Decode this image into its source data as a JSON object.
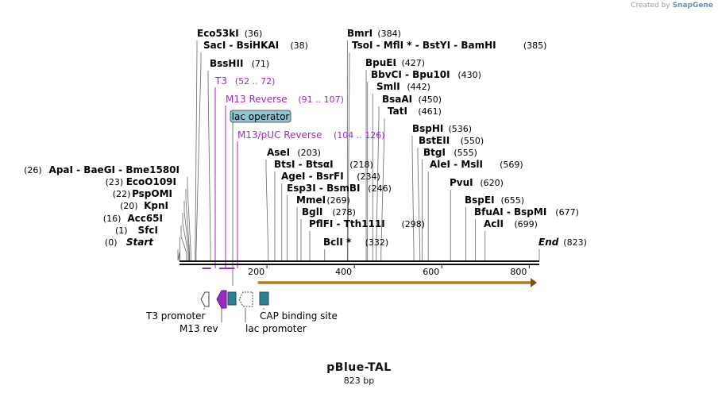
{
  "credit": {
    "prefix": "Created by",
    "brand": "SnapGene"
  },
  "plasmid": {
    "name": "pBlue-TAL",
    "size_label": "823 bp",
    "length": 823
  },
  "axis": {
    "ticks": [
      {
        "pos": 200,
        "label": "200"
      },
      {
        "pos": 400,
        "label": "400"
      },
      {
        "pos": 600,
        "label": "600"
      },
      {
        "pos": 800,
        "label": "800"
      }
    ]
  },
  "features_top": [
    {
      "name": "T3",
      "range": "(52 .. 72)",
      "start": 52,
      "end": 72
    },
    {
      "name": "M13 Reverse",
      "range": "(91 .. 107)",
      "start": 91,
      "end": 107
    },
    {
      "name": "lac operator",
      "start": 92,
      "end": 108
    },
    {
      "name": "M13/pUC Reverse",
      "range": "(104 .. 126)",
      "start": 104,
      "end": 126
    }
  ],
  "features_bottom": [
    {
      "name": "T3 promoter"
    },
    {
      "name": "M13 rev"
    },
    {
      "name": "lac promoter"
    },
    {
      "name": "CAP binding site"
    }
  ],
  "sites": [
    {
      "parts": [
        "Eco53kI"
      ],
      "num": "(36)",
      "pos": 36
    },
    {
      "parts": [
        "SacI",
        "BsiHKAI"
      ],
      "num": "(38)",
      "pos": 38
    },
    {
      "parts": [
        "BssHII"
      ],
      "num": "(71)",
      "pos": 71
    },
    {
      "parts": [
        "BmrI"
      ],
      "num": "(384)",
      "pos": 384
    },
    {
      "parts": [
        "TsoI",
        "MflI *",
        "BstYI",
        "BamHI"
      ],
      "num": "(385)",
      "pos": 385
    },
    {
      "parts": [
        "BpuEI"
      ],
      "num": "(427)",
      "pos": 427
    },
    {
      "parts": [
        "BbvCI",
        "Bpu10I"
      ],
      "num": "(430)",
      "pos": 430
    },
    {
      "parts": [
        "SmlI"
      ],
      "num": "(442)",
      "pos": 442
    },
    {
      "parts": [
        "BsaAI"
      ],
      "num": "(450)",
      "pos": 450
    },
    {
      "parts": [
        "TatI"
      ],
      "num": "(461)",
      "pos": 461
    },
    {
      "parts": [
        "BspHI"
      ],
      "num": "(536)",
      "pos": 536
    },
    {
      "parts": [
        "BstEII"
      ],
      "num": "(550)",
      "pos": 550
    },
    {
      "parts": [
        "BtgI"
      ],
      "num": "(555)",
      "pos": 555
    },
    {
      "parts": [
        "AleI",
        "MslI"
      ],
      "num": "(569)",
      "pos": 569
    },
    {
      "parts": [
        "PvuI"
      ],
      "num": "(620)",
      "pos": 620
    },
    {
      "parts": [
        "BspEI"
      ],
      "num": "(655)",
      "pos": 655
    },
    {
      "parts": [
        "BfuAI",
        "BspMI"
      ],
      "num": "(677)",
      "pos": 677
    },
    {
      "parts": [
        "AclI"
      ],
      "num": "(699)",
      "pos": 699
    },
    {
      "parts": [
        "AseI"
      ],
      "num": "(203)",
      "pos": 203
    },
    {
      "parts": [
        "BtsI",
        "BtsαI"
      ],
      "num": "(218)",
      "pos": 218
    },
    {
      "parts": [
        "AgeI",
        "BsrFI"
      ],
      "num": "(234)",
      "pos": 234
    },
    {
      "parts": [
        "Esp3I",
        "BsmBI"
      ],
      "num": "(246)",
      "pos": 246
    },
    {
      "parts": [
        "MmeI"
      ],
      "num": "(269)",
      "pos": 269
    },
    {
      "parts": [
        "BglI"
      ],
      "num": "(278)",
      "pos": 278
    },
    {
      "parts": [
        "PflFI",
        "Tth111I"
      ],
      "num": "(298)",
      "pos": 298
    },
    {
      "parts": [
        "BclI *"
      ],
      "num": "(332)",
      "pos": 332
    },
    {
      "parts": [
        "ApaI",
        "BaeGI",
        "Bme1580I"
      ],
      "num": "(26)",
      "pos": 26
    },
    {
      "parts": [
        "EcoO109I"
      ],
      "num": "(23)",
      "pos": 23
    },
    {
      "parts": [
        "PspOMI"
      ],
      "num": "(22)",
      "pos": 22
    },
    {
      "parts": [
        "KpnI"
      ],
      "num": "(20)",
      "pos": 20
    },
    {
      "parts": [
        "Acc65I"
      ],
      "num": "(16)",
      "pos": 16
    },
    {
      "parts": [
        "SfcI"
      ],
      "num": "(1)",
      "pos": 1
    },
    {
      "parts": [
        "Start"
      ],
      "num": "(0)",
      "pos": 0
    },
    {
      "parts": [
        "End"
      ],
      "num": "(823)",
      "pos": 823
    }
  ],
  "colors": {
    "feature_purple": "#9b27c8",
    "operator_fill": "#8ec5d4",
    "cap_fill": "#2f7f95",
    "orf_line": "#d7a23a",
    "backbone": "#111111"
  }
}
